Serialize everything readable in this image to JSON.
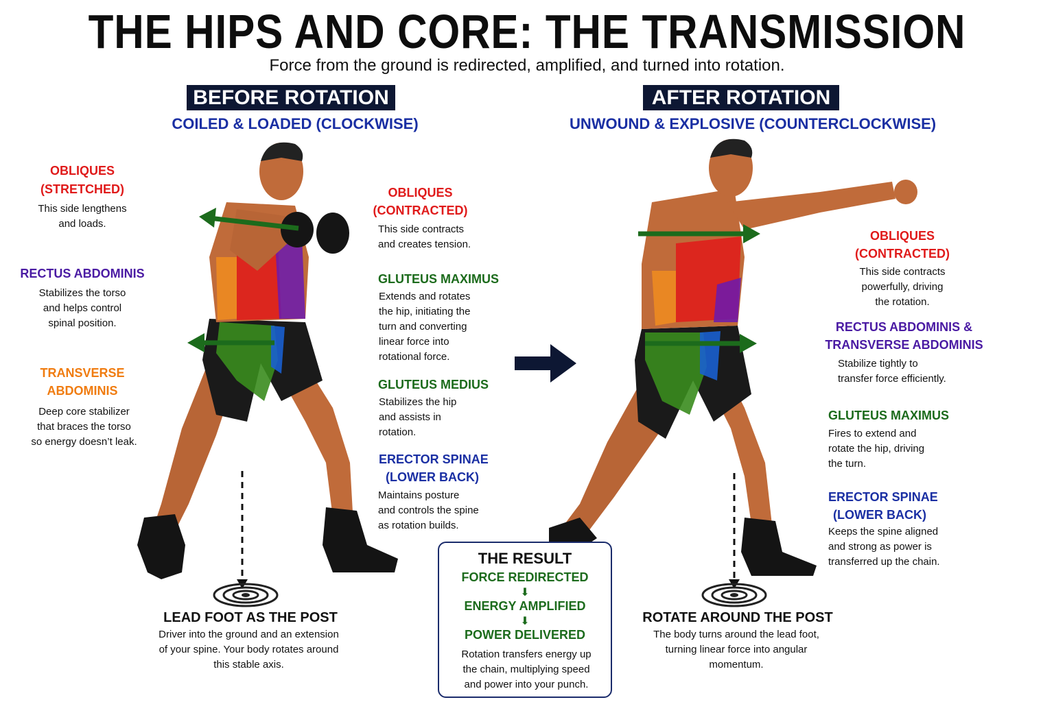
{
  "title": "THE HIPS AND CORE: THE TRANSMISSION",
  "subtitle": "Force from the ground is redirected, amplified, and turned into rotation.",
  "before": {
    "header": "BEFORE ROTATION",
    "subheader": "COILED & LOADED (CLOCKWISE)",
    "labels": {
      "obliques_stretched": {
        "title1": "OBLIQUES",
        "title2": "(STRETCHED)",
        "desc": [
          "This side lengthens",
          "and loads."
        ]
      },
      "rectus": {
        "title": "RECTUS ABDOMINIS",
        "desc": [
          "Stabilizes the torso",
          "and helps control",
          "spinal position."
        ]
      },
      "transverse": {
        "title1": "TRANSVERSE",
        "title2": "ABDOMINIS",
        "desc": [
          "Deep core stabilizer",
          "that braces the torso",
          "so energy doesn’t leak."
        ]
      },
      "obliques_contracted": {
        "title1": "OBLIQUES",
        "title2": "(CONTRACTED)",
        "desc": [
          "This side contracts",
          "and creates tension."
        ]
      },
      "glute_max": {
        "title": "GLUTEUS MAXIMUS",
        "desc": [
          "Extends and rotates",
          "the hip, initiating the",
          "turn and converting",
          "linear force into",
          "rotational force."
        ]
      },
      "glute_med": {
        "title": "GLUTEUS MEDIUS",
        "desc": [
          "Stabilizes the hip",
          "and assists in",
          "rotation."
        ]
      },
      "erector": {
        "title1": "ERECTOR SPINAE",
        "title2": "(LOWER BACK)",
        "desc": [
          "Maintains posture",
          "and controls the spine",
          "as rotation builds."
        ]
      }
    },
    "footer": {
      "title": "LEAD FOOT AS THE POST",
      "desc": [
        "Driver into the ground and an extension",
        "of your spine. Your body rotates around",
        "this stable axis."
      ]
    }
  },
  "after": {
    "header": "AFTER ROTATION",
    "subheader": "UNWOUND & EXPLOSIVE (COUNTERCLOCKWISE)",
    "labels": {
      "obliques_contracted": {
        "title1": "OBLIQUES",
        "title2": "(CONTRACTED)",
        "desc": [
          "This side contracts",
          "powerfully, driving",
          "the rotation."
        ]
      },
      "rectus_transverse": {
        "title1": "RECTUS ABDOMINIS &",
        "title2": "TRANSVERSE ABDOMINIS",
        "desc": [
          "Stabilize tightly to",
          "transfer force efficiently."
        ]
      },
      "glute_max": {
        "title": "GLUTEUS MAXIMUS",
        "desc": [
          "Fires to extend and",
          "rotate the hip, driving",
          "the turn."
        ]
      },
      "erector": {
        "title1": "ERECTOR SPINAE",
        "title2": "(LOWER BACK)",
        "desc": [
          "Keeps the spine aligned",
          "and strong as power is",
          "transferred up the chain."
        ]
      }
    },
    "footer": {
      "title": "ROTATE AROUND THE POST",
      "desc": [
        "The body turns around the lead foot,",
        "turning linear force into angular",
        "momentum."
      ]
    }
  },
  "result": {
    "title": "THE RESULT",
    "steps": [
      "FORCE REDIRECTED",
      "ENERGY AMPLIFIED",
      "POWER DELIVERED"
    ],
    "desc": [
      "Rotation transfers energy up",
      "the chain, multiplying speed",
      "and power into your punch."
    ]
  },
  "colors": {
    "navy": "#0d1733",
    "red": "#e01a1a",
    "purple": "#4a1aa3",
    "orange": "#f07c10",
    "green": "#1c6b1c",
    "blue": "#1a2fa3",
    "skin": "#c9733f",
    "shorts": "#1a1a1a"
  }
}
